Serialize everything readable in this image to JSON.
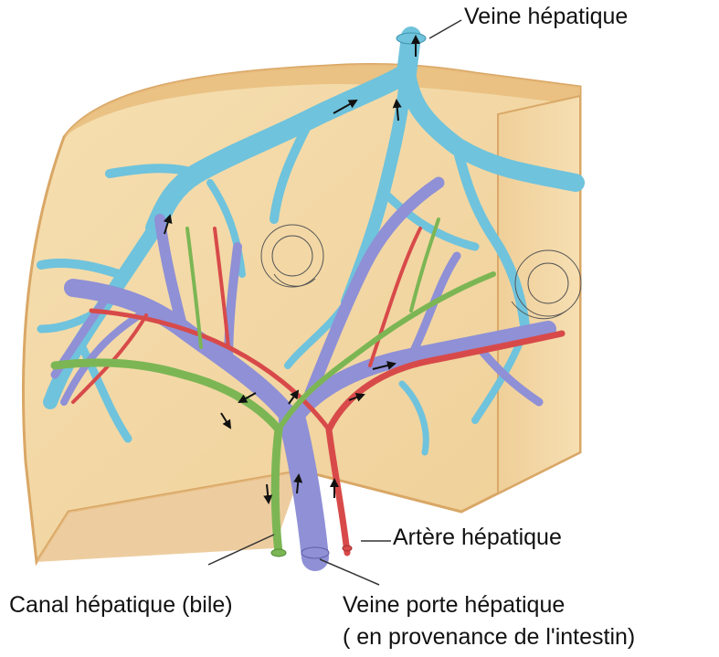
{
  "labels": {
    "hepatic_vein": "Veine hépatique",
    "hepatic_artery": "Artère hépatique",
    "hepatic_duct": "Canal hépatique (bile)",
    "portal_vein_line1": "Veine porte hépatique",
    "portal_vein_line2": "( en provenance de l'intestin)"
  },
  "colors": {
    "liver_tissue": "#f2d7a6",
    "liver_edge": "#e6b676",
    "hepatic_vein": "#6fc3dc",
    "portal_vein": "#8f90d6",
    "hepatic_artery": "#d84a4a",
    "bile_duct": "#7cb654"
  }
}
